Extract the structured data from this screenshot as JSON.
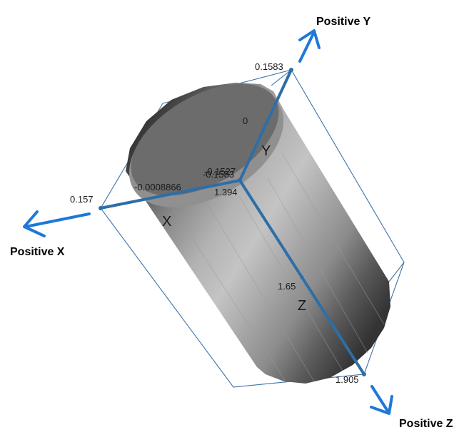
{
  "colors": {
    "axis": "#2e6ea6",
    "arrow": "#1f78d8",
    "bounding_box": "#3d73a8",
    "cylinder_top": "#6c6c6c",
    "cylinder_side_light": "#b9b9b9",
    "cylinder_side_dark": "#3c3c3c"
  },
  "axes": {
    "x": {
      "name": "X",
      "min_label": "-0.0008866",
      "max_label": "0.157"
    },
    "y": {
      "name": "Y",
      "min_label": "-0.1583",
      "mid_label": "0",
      "max_label": "0.1583"
    },
    "z": {
      "name": "Z",
      "min_label": "1.394",
      "mid_label": "1.65",
      "max_label": "1.905"
    },
    "extra_label": "-0.1527"
  },
  "directions": {
    "x": "Positive X",
    "y": "Positive Y",
    "z": "Positive Z"
  },
  "icons": {
    "x_arrow": "arrow-left-down-icon",
    "y_arrow": "arrow-up-right-icon",
    "z_arrow": "arrow-down-right-icon"
  }
}
